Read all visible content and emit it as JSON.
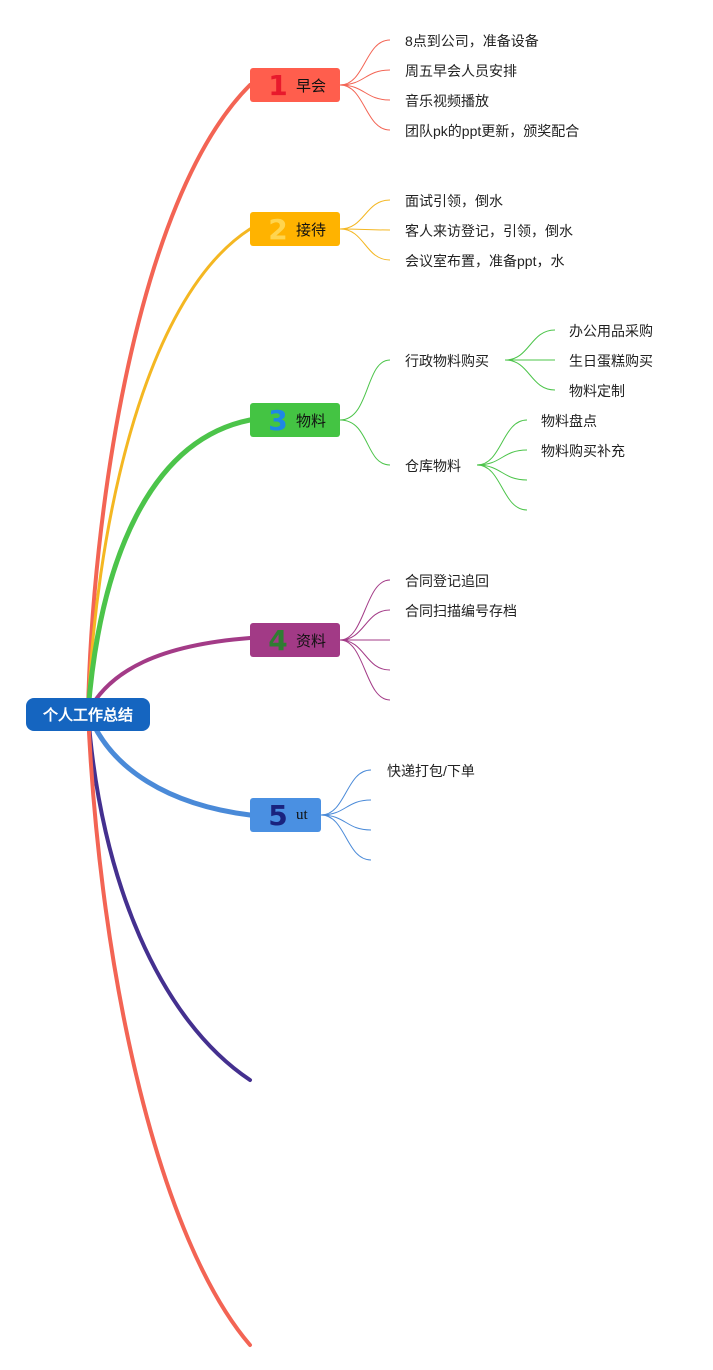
{
  "root": {
    "label": "个人工作总结",
    "color": "#1565c0"
  },
  "branches": [
    {
      "num": "1",
      "label": "早会",
      "color": "#ff5e4d",
      "num_color": "#e8192c",
      "line_color": "#f36454",
      "items": [
        "8点到公司，准备设备",
        "周五早会人员安排",
        "音乐视频播放",
        "团队pk的ppt更新，颁奖配合"
      ]
    },
    {
      "num": "2",
      "label": "接待",
      "color": "#ffb300",
      "num_color": "#ffd54f",
      "line_color": "#f4b722",
      "items": [
        "面试引领，倒水",
        "客人来访登记，引领，倒水",
        "会议室布置，准备ppt，水"
      ]
    },
    {
      "num": "3",
      "label": "物料",
      "color": "#44c443",
      "num_color": "#1e88e5",
      "line_color": "#4cc44a",
      "items": [
        {
          "label": "行政物料购买",
          "children": [
            "办公用品采购",
            "生日蛋糕购买",
            "物料定制"
          ]
        },
        {
          "label": "仓库物料",
          "children": [
            "物料盘点",
            "物料购买补充",
            "",
            ""
          ]
        }
      ]
    },
    {
      "num": "4",
      "label": "资料",
      "color": "#a23a86",
      "num_color": "#2e7d32",
      "line_color": "#a33b87",
      "items": [
        "合同登记追回",
        "合同扫描编号存档",
        "",
        "",
        ""
      ]
    },
    {
      "num": "5",
      "label": "ut",
      "color": "#4a90e2",
      "num_color": "#1a237e",
      "line_color": "#4a8ad8",
      "items": [
        "快递打包/下单",
        "",
        "",
        ""
      ]
    }
  ],
  "extra_lines": [
    {
      "color": "#44308f"
    },
    {
      "color": "#f36454"
    }
  ]
}
